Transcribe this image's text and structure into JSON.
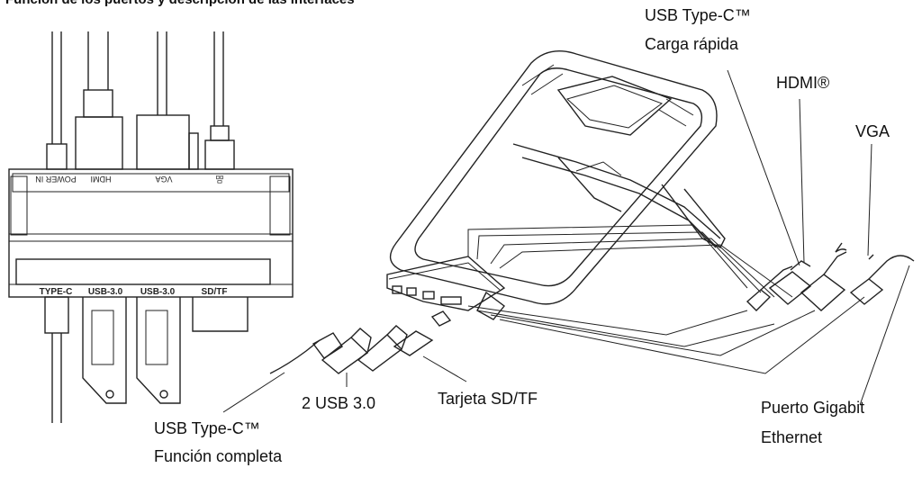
{
  "title": "Función de los puertos y descripción de las interfaces",
  "dock_labels": {
    "top": [
      "POWER IN",
      "HDMI",
      "VGA",
      "品"
    ],
    "bottom": [
      "TYPE-C",
      "USB-3.0",
      "USB-3.0",
      "SD/TF"
    ]
  },
  "callouts": {
    "usb_c_fast_line1": "USB Type-C™",
    "usb_c_fast_line2": "Carga rápida",
    "hdmi": "HDMI®",
    "vga": "VGA",
    "usb_c_full_line1": "USB Type-C™",
    "usb_c_full_line2": "Función completa",
    "usb3": "2 USB 3.0",
    "sd_tf": "Tarjeta SD/TF",
    "ethernet_line1": "Puerto Gigabit",
    "ethernet_line2": "Ethernet"
  }
}
